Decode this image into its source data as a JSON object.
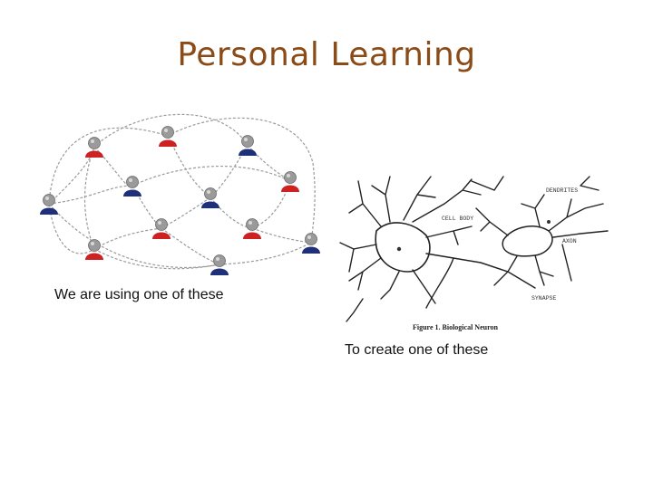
{
  "title": "Personal Learning",
  "network": {
    "caption": "We are using one of these",
    "people_colors": {
      "red": "#cc2222",
      "blue": "#1f2f7a",
      "head": "#9a9a9a"
    }
  },
  "neuron": {
    "caption": "To create one of these",
    "labels": {
      "dendrites": "DENDRITES",
      "cell_body": "CELL BODY",
      "axon": "AXON",
      "synapse": "SYNAPSE"
    },
    "figure_caption": "Figure 1.  Biological Neuron"
  }
}
